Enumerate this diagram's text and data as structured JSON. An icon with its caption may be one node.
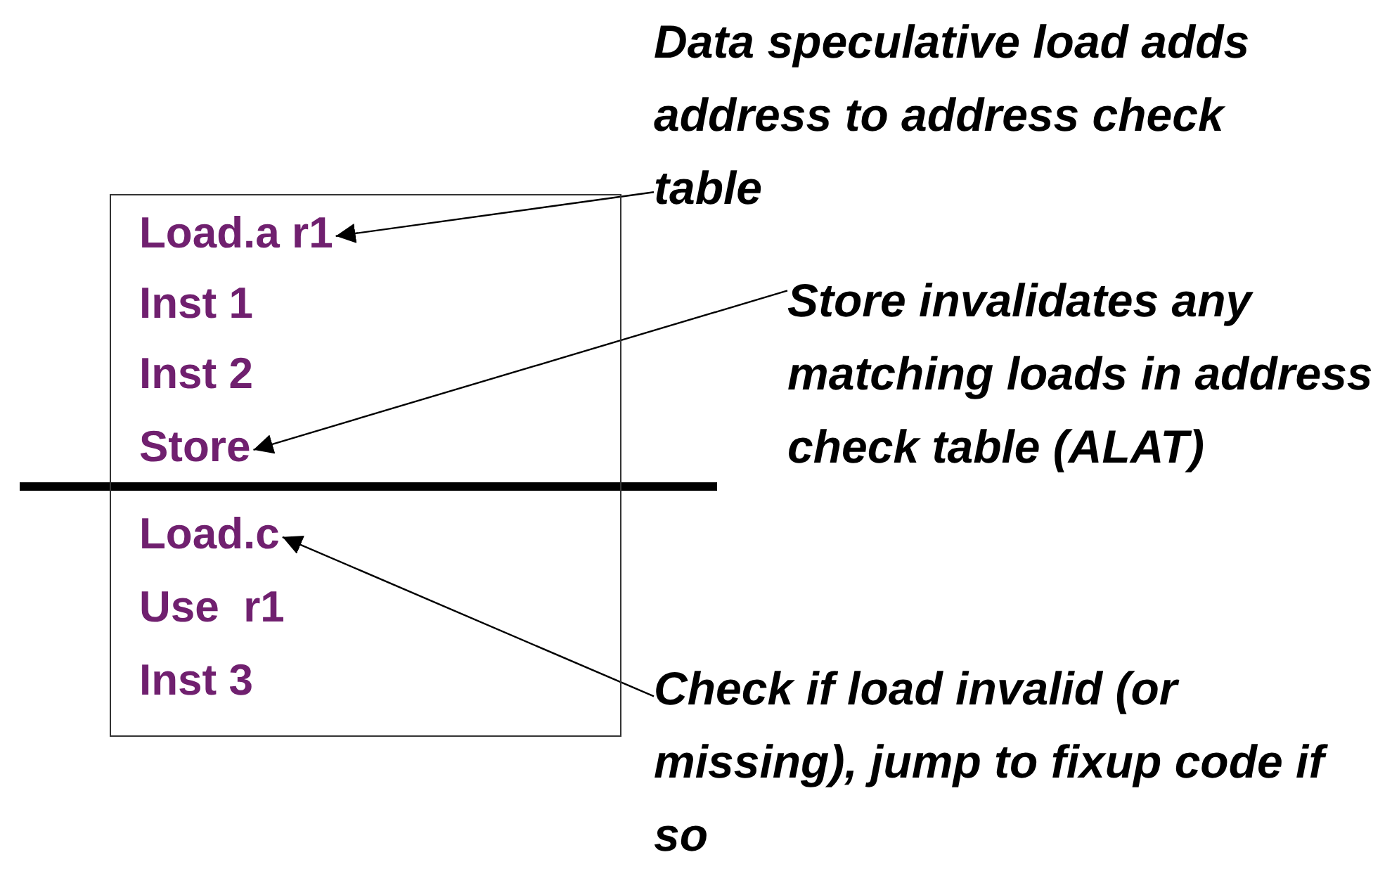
{
  "diagram": {
    "nodes": [
      {
        "text": [],
        "shape": "box"
      },
      {
        "text": [
          "Load.a r1"
        ],
        "in": 0
      },
      {
        "text": [
          "Inst 1"
        ],
        "in": 0
      },
      {
        "text": [
          "Inst 2"
        ],
        "in": 0
      },
      {
        "text": [
          "Store"
        ],
        "in": 0
      },
      {
        "text": [
          "Load.c"
        ],
        "in": 0
      },
      {
        "text": [
          "Use  r1"
        ],
        "in": 0
      },
      {
        "text": [
          "Inst 3"
        ],
        "in": 0
      },
      {
        "text": [
          "Data speculative load adds address to address check table"
        ]
      },
      {
        "text": [
          "Store invalidates any matching loads in address check table (ALAT)"
        ]
      },
      {
        "text": [
          "Check if load invalid (or missing), jump to fixup code if so"
        ]
      }
    ],
    "edges": [
      {
        "from": 8,
        "to": 1,
        "arrow": "to"
      },
      {
        "from": 9,
        "to": 4,
        "arrow": "to"
      },
      {
        "from": 10,
        "to": 5,
        "arrow": "to"
      }
    ]
  }
}
